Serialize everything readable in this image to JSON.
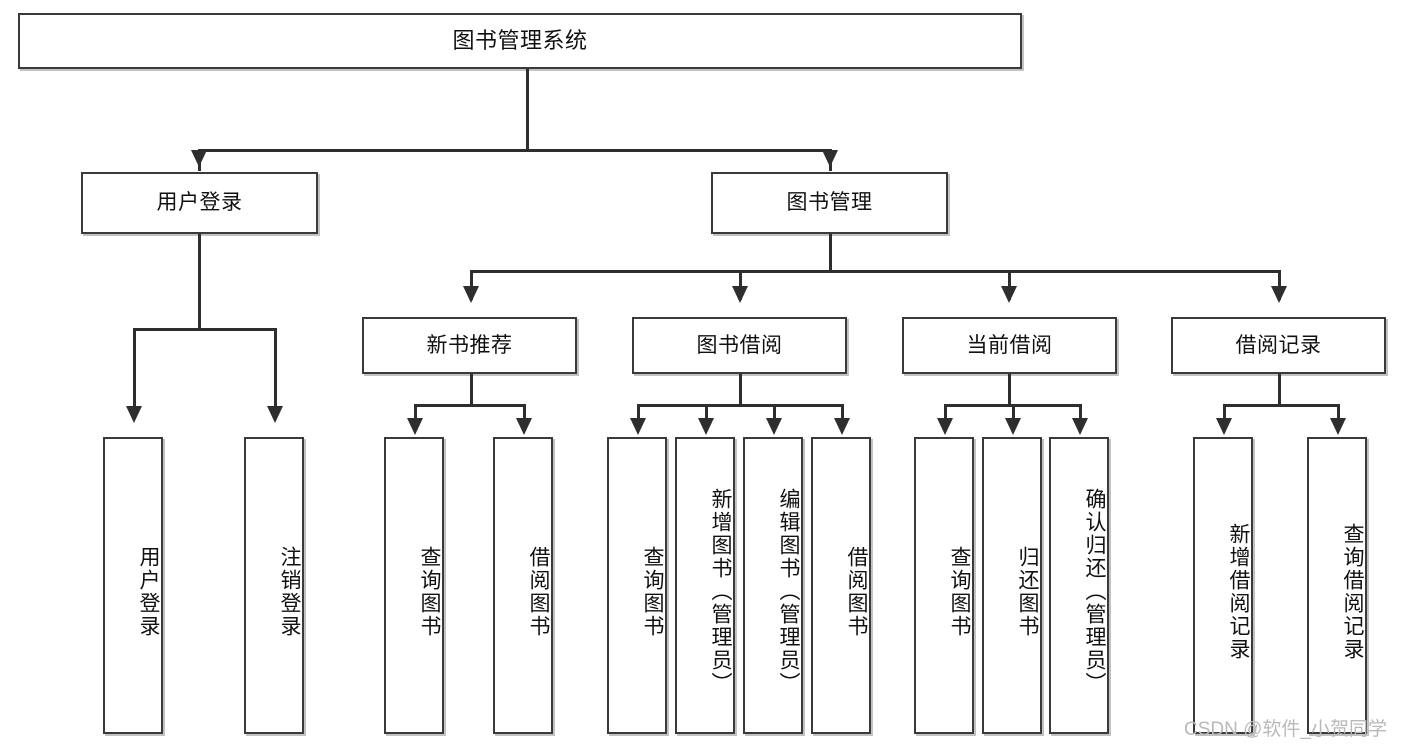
{
  "diagram": {
    "title": "图书管理系统",
    "type": "hierarchical-tree",
    "watermark": "CSDN @软件_小贺同学",
    "colors": {
      "background": "#ffffff",
      "box_border": "#3a3a3a",
      "box_fill": "#ffffff",
      "connector": "#2e2e2e",
      "text": "#111111",
      "watermark": "#b9b9b9"
    },
    "nodes": {
      "root": {
        "label": "图书管理系统"
      },
      "level2": [
        {
          "label": "用户登录"
        },
        {
          "label": "图书管理"
        }
      ],
      "level3": [
        {
          "label": "新书推荐"
        },
        {
          "label": "图书借阅"
        },
        {
          "label": "当前借阅"
        },
        {
          "label": "借阅记录"
        }
      ],
      "leaves_user_login": [
        {
          "label": "用户登录"
        },
        {
          "label": "注销登录"
        }
      ],
      "leaves_new_book": [
        {
          "label": "查询图书"
        },
        {
          "label": "借阅图书"
        }
      ],
      "leaves_borrow": [
        {
          "label": "查询图书"
        },
        {
          "label": "新增图书（管理员）"
        },
        {
          "label": "编辑图书（管理员）"
        },
        {
          "label": "借阅图书"
        }
      ],
      "leaves_current": [
        {
          "label": "查询图书"
        },
        {
          "label": "归还图书"
        },
        {
          "label": "确认归还（管理员）"
        }
      ],
      "leaves_record": [
        {
          "label": "新增借阅记录"
        },
        {
          "label": "查询借阅记录"
        }
      ]
    }
  }
}
